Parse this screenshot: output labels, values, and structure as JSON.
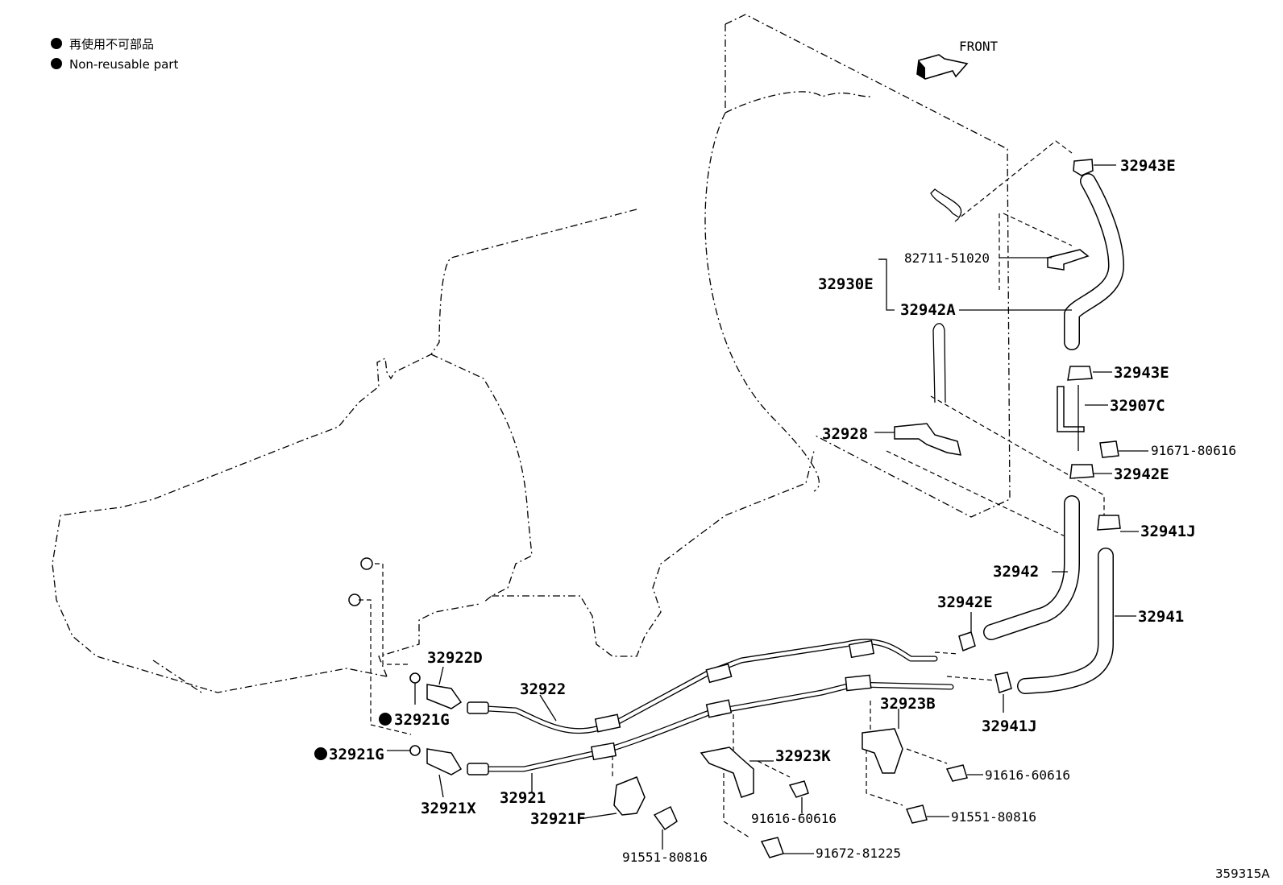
{
  "legend": {
    "items": [
      {
        "symbol": "●",
        "text": "再使用不可部品"
      },
      {
        "symbol": "●",
        "text": "Non-reusable part"
      }
    ]
  },
  "orientation": {
    "label": "FRONT"
  },
  "figure_id": "359315A",
  "callouts": {
    "c32943E_top": "32943E",
    "c82711_51020": "82711-51020",
    "c32930E": "32930E",
    "c32942A": "32942A",
    "c32943E_mid": "32943E",
    "c32907C": "32907C",
    "c91671_80616": "91671-80616",
    "c32928": "32928",
    "c32942E_right": "32942E",
    "c32941J_top": "32941J",
    "c32942": "32942",
    "c32941": "32941",
    "c32942E_mid": "32942E",
    "c32922D": "32922D",
    "c32922": "32922",
    "c32921G_a": "32921G",
    "c32921G_b": "32921G",
    "c32921X": "32921X",
    "c32921": "32921",
    "c32921F": "32921F",
    "c91551_80816_a": "91551-80816",
    "c32923K": "32923K",
    "c91616_60616_a": "91616-60616",
    "c91672_81225": "91672-81225",
    "c32923B": "32923B",
    "c32941J_bot": "32941J",
    "c91616_60616_b": "91616-60616",
    "c91551_80816_b": "91551-80816"
  },
  "non_reusable_marker": "●"
}
